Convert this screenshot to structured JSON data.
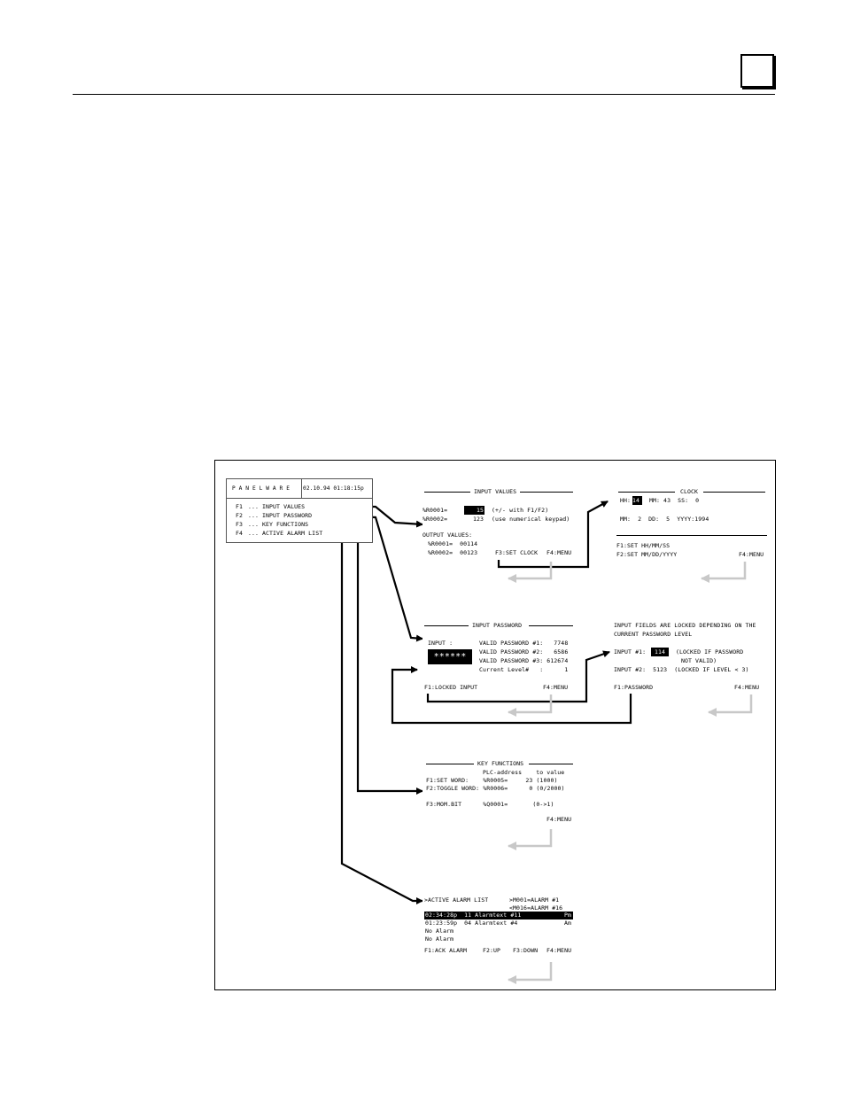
{
  "main_menu": {
    "brand": "P A N E L W A R E",
    "datetime": "02.10.94 01:18:15p",
    "items": [
      {
        "key": "F1",
        "label": "INPUT VALUES"
      },
      {
        "key": "F2",
        "label": "INPUT PASSWORD"
      },
      {
        "key": "F3",
        "label": "KEY FUNCTIONS"
      },
      {
        "key": "F4",
        "label": "ACTIVE ALARM LIST"
      }
    ],
    "separator": "..."
  },
  "input_values": {
    "title": "INPUT VALUES",
    "row1_addr": "%R0001=",
    "row1_value": "15",
    "row1_hint": "(+/- with F1/F2)",
    "row2_addr": "%R0002=",
    "row2_value": "123",
    "row2_hint": "(use numerical keypad)",
    "output_header": "OUTPUT VALUES:",
    "out1": "%R0001=  00114",
    "out2": "%R0002=  00123",
    "f3": "F3:SET CLOCK",
    "f4": "F4:MENU"
  },
  "clock": {
    "title": "CLOCK",
    "hh_label": "HH:",
    "hh_value": "14",
    "mm_ss": "MM: 43  SS:  0",
    "date_line": "MM:  2  DD:  5  YYYY:1994",
    "f1": "F1:SET HH/MM/SS",
    "f2": "F2:SET MM/DD/YYYY",
    "f4": "F4:MENU"
  },
  "input_password": {
    "title": "INPUT PASSWORD",
    "input_label": "INPUT :",
    "input_value": "******",
    "pw1": "VALID PASSWORD #1:   7748",
    "pw2": "VALID PASSWORD #2:   6586",
    "pw3": "VALID PASSWORD #3: 612674",
    "level": "Current Level#   :      1",
    "f1": "F1:LOCKED INPUT",
    "f4": "F4:MENU"
  },
  "locked_fields": {
    "line1": "INPUT FIELDS ARE LOCKED DEPENDING ON THE",
    "line2": "CURRENT PASSWORD LEVEL",
    "in1_label": "INPUT #1:",
    "in1_value": "114",
    "in1_note": "(LOCKED IF PASSWORD",
    "in1_note2": "NOT VALID)",
    "in2": "INPUT #2:  5123  (LOCKED IF LEVEL < 3)",
    "f1": "F1:PASSWORD",
    "f4": "F4:MENU"
  },
  "key_functions": {
    "title": "KEY FUNCTIONS",
    "col_header": "PLC-address    to value",
    "row1": "F1:SET WORD:    %R0005=     23 (1000)",
    "row2": "F2:TOGGLE WORD: %R0006=      0 (0/2000)",
    "row3": "F3:MOM.BIT      %Q0001=       (0->1)",
    "f4": "F4:MENU"
  },
  "alarm_list": {
    "title": ">ACTIVE ALARM LIST",
    "range1": ">M001=ALARM #1",
    "range2": "<M016=ALARM #16",
    "row1": "02:34:28p  11 Alarmtext #11",
    "row1_code": "Pm",
    "row2": "01:23:59p  04 Alarmtext #4",
    "row2_code": "Am",
    "row3": "No Alarm",
    "row4": "No Alarm",
    "f1": "F1:ACK ALARM",
    "f2": "F2:UP",
    "f3": "F3:DOWN",
    "f4": "F4:MENU"
  }
}
